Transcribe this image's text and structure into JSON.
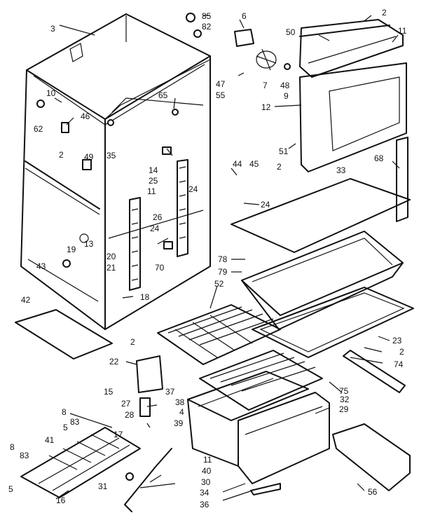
{
  "callouts": [
    {
      "id": "c85",
      "text": "85"
    },
    {
      "id": "c6",
      "text": "6"
    },
    {
      "id": "c2a",
      "text": "2"
    },
    {
      "id": "c3",
      "text": "3"
    },
    {
      "id": "c82",
      "text": "82"
    },
    {
      "id": "c50",
      "text": "50"
    },
    {
      "id": "c11a",
      "text": "11"
    },
    {
      "id": "c47",
      "text": "47"
    },
    {
      "id": "c55",
      "text": "55"
    },
    {
      "id": "c7",
      "text": "7"
    },
    {
      "id": "c48",
      "text": "48"
    },
    {
      "id": "c9",
      "text": "9"
    },
    {
      "id": "c10",
      "text": "10"
    },
    {
      "id": "c65",
      "text": "65"
    },
    {
      "id": "c12",
      "text": "12"
    },
    {
      "id": "c62",
      "text": "62"
    },
    {
      "id": "c46",
      "text": "46"
    },
    {
      "id": "c35",
      "text": "35"
    },
    {
      "id": "c51",
      "text": "51"
    },
    {
      "id": "c2b",
      "text": "2"
    },
    {
      "id": "c33",
      "text": "33"
    },
    {
      "id": "c68",
      "text": "68"
    },
    {
      "id": "c2c",
      "text": "2"
    },
    {
      "id": "c49",
      "text": "49"
    },
    {
      "id": "c14",
      "text": "14"
    },
    {
      "id": "c25",
      "text": "25"
    },
    {
      "id": "c11b",
      "text": "11"
    },
    {
      "id": "c44",
      "text": "44"
    },
    {
      "id": "c45",
      "text": "45"
    },
    {
      "id": "c24a",
      "text": "24"
    },
    {
      "id": "c24b",
      "text": "24"
    },
    {
      "id": "c26",
      "text": "26"
    },
    {
      "id": "c24c",
      "text": "24"
    },
    {
      "id": "c13",
      "text": "13"
    },
    {
      "id": "c20",
      "text": "20"
    },
    {
      "id": "c21",
      "text": "21"
    },
    {
      "id": "c70",
      "text": "70"
    },
    {
      "id": "c19",
      "text": "19"
    },
    {
      "id": "c43",
      "text": "43"
    },
    {
      "id": "c78",
      "text": "78"
    },
    {
      "id": "c79",
      "text": "79"
    },
    {
      "id": "c52",
      "text": "52"
    },
    {
      "id": "c42",
      "text": "42"
    },
    {
      "id": "c18",
      "text": "18"
    },
    {
      "id": "c2d",
      "text": "2"
    },
    {
      "id": "c23",
      "text": "23"
    },
    {
      "id": "c2e",
      "text": "2"
    },
    {
      "id": "c22",
      "text": "22"
    },
    {
      "id": "c74",
      "text": "74"
    },
    {
      "id": "c15",
      "text": "15"
    },
    {
      "id": "c37",
      "text": "37"
    },
    {
      "id": "c75",
      "text": "75"
    },
    {
      "id": "c32",
      "text": "32"
    },
    {
      "id": "c27",
      "text": "27"
    },
    {
      "id": "c38",
      "text": "38"
    },
    {
      "id": "c4",
      "text": "4"
    },
    {
      "id": "c29",
      "text": "29"
    },
    {
      "id": "c8a",
      "text": "8"
    },
    {
      "id": "c28",
      "text": "28"
    },
    {
      "id": "c83a",
      "text": "83"
    },
    {
      "id": "c39",
      "text": "39"
    },
    {
      "id": "c5a",
      "text": "5"
    },
    {
      "id": "c17",
      "text": "17"
    },
    {
      "id": "c41",
      "text": "41"
    },
    {
      "id": "c8b",
      "text": "8"
    },
    {
      "id": "c83b",
      "text": "83"
    },
    {
      "id": "c11c",
      "text": "11"
    },
    {
      "id": "c40",
      "text": "40"
    },
    {
      "id": "c5b",
      "text": "5"
    },
    {
      "id": "c31",
      "text": "31"
    },
    {
      "id": "c30",
      "text": "30"
    },
    {
      "id": "c34",
      "text": "34"
    },
    {
      "id": "c16",
      "text": "16"
    },
    {
      "id": "c56",
      "text": "56"
    },
    {
      "id": "c36",
      "text": "36"
    }
  ]
}
